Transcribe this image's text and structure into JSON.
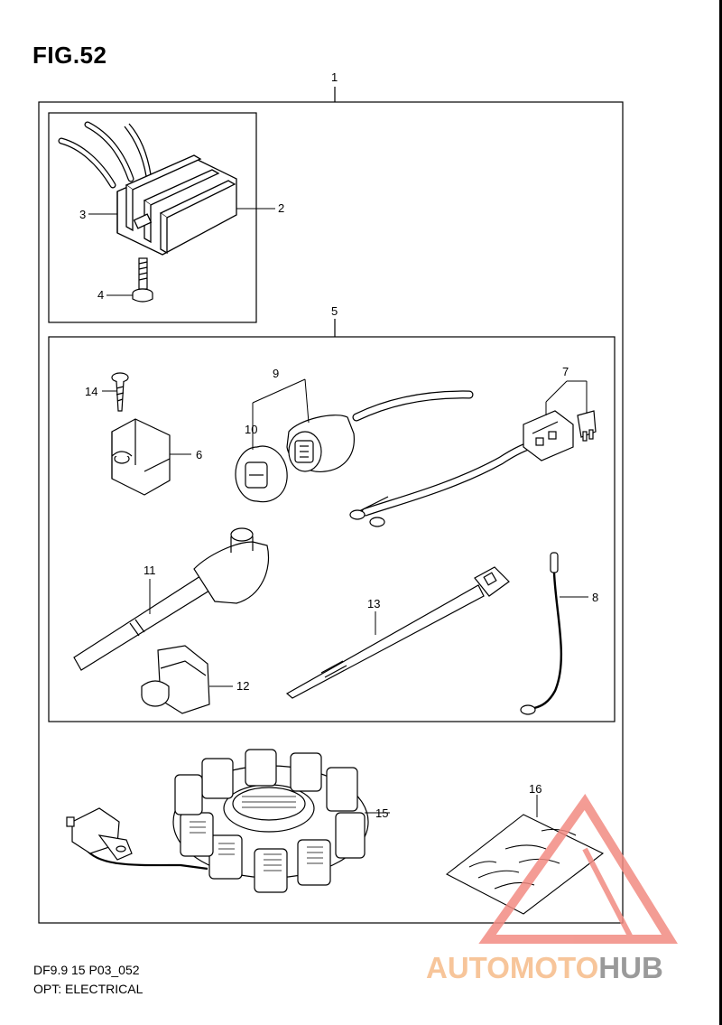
{
  "figure": {
    "title": "FIG.52",
    "code": "DF9.9 15 P03_052",
    "name": "OPT: ELECTRICAL"
  },
  "callouts": {
    "c1": "1",
    "c2": "2",
    "c3": "3",
    "c4": "4",
    "c5": "5",
    "c6": "6",
    "c7": "7",
    "c8": "8",
    "c9": "9",
    "c10": "10",
    "c11": "11",
    "c12": "12",
    "c13": "13",
    "c14": "14",
    "c15": "15",
    "c16": "16"
  },
  "watermark": {
    "part_a": "AUTOMOTO",
    "part_b": "HUB",
    "color_a": "#f7c59a",
    "color_b": "#9a9a9a",
    "triangle_color": "#f28b82"
  }
}
